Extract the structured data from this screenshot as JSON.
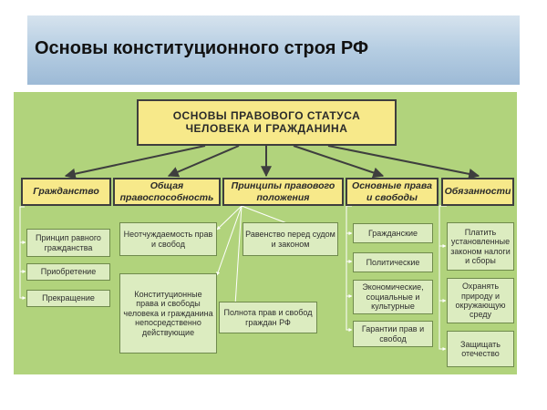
{
  "page": {
    "title": "Основы конституционного строя РФ"
  },
  "diagram": {
    "root": {
      "line1": "ОСНОВЫ ПРАВОВОГО СТАТУСА",
      "line2": "ЧЕЛОВЕКА И ГРАЖДАНИНА"
    },
    "categories": {
      "citizenship": "Гражданство",
      "legal_capacity": "Общая правоспособность",
      "principles": "Принципы правового положения",
      "rights": "Основные права и свободы",
      "duties": "Обязанности"
    },
    "citizenship_items": [
      "Принцип равного гражданства",
      "Приобретение",
      "Прекращение"
    ],
    "principle_items": [
      "Неотчуждаемость прав и свобод",
      "Равенство перед судом и законом",
      "Конституционные права и свободы человека и гражданина непосредственно действующие",
      "Полнота прав и свобод граждан РФ"
    ],
    "rights_items": [
      "Гражданские",
      "Политические",
      "Экономические, социальные и культурные",
      "Гарантии прав и свобод"
    ],
    "duties_items": [
      "Платить установленные законом налоги и сборы",
      "Охранять природу и окружающую среду",
      "Защищать отечество"
    ]
  },
  "colors": {
    "banner": "#b5cde2",
    "panel": "#b1d37c",
    "header_box": "#f7e98a",
    "item_box": "#dcecc0",
    "line": "#3e3e3e"
  }
}
